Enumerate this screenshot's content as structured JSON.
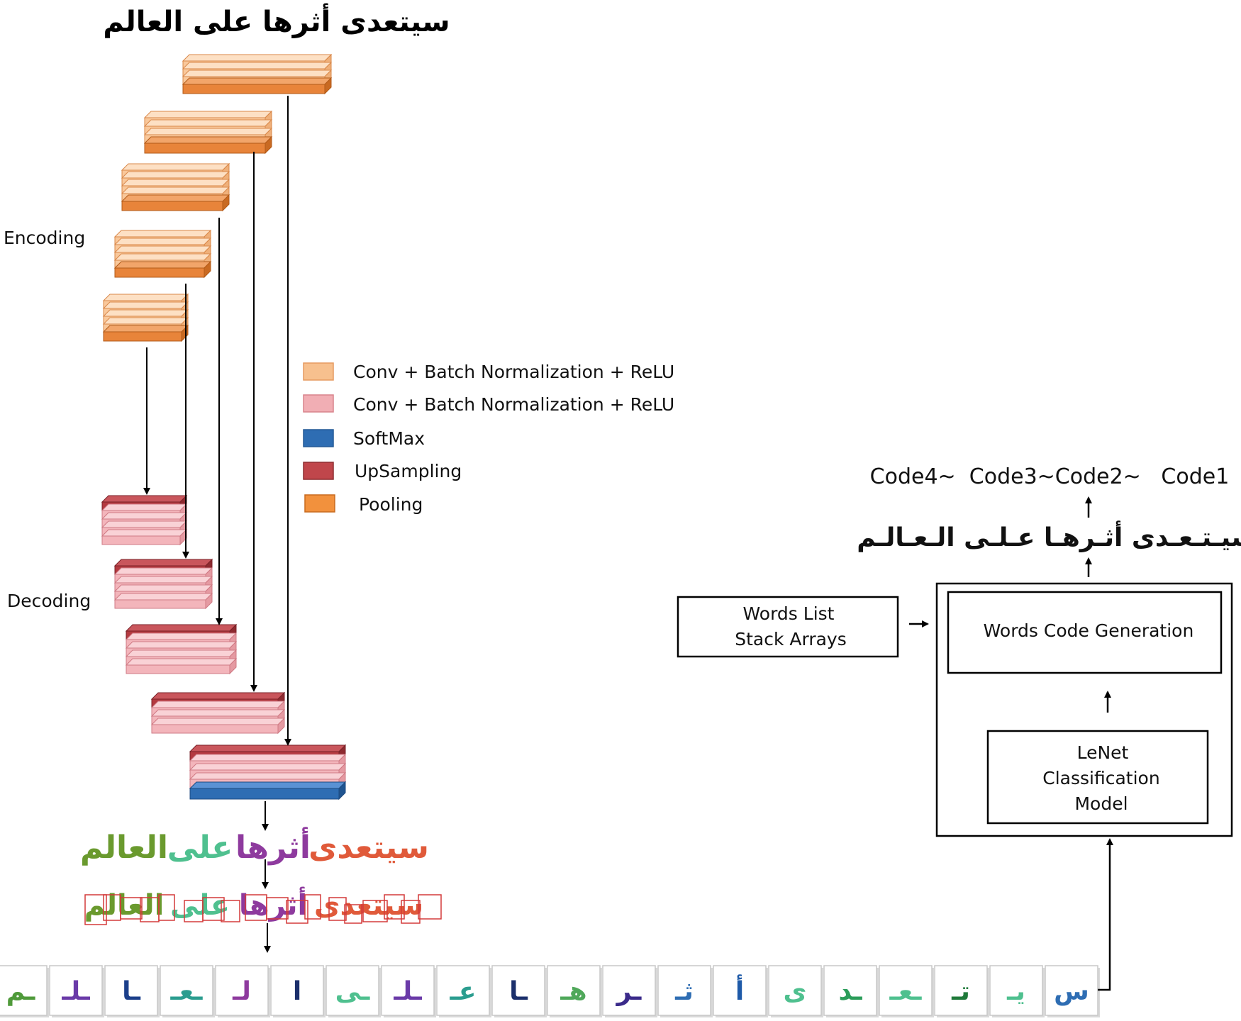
{
  "title": "سيتعدى أثرها على العالم",
  "side_labels": {
    "encoding": "Encoding",
    "decoding": "Decoding"
  },
  "legend": [
    {
      "label": "Conv + Batch Normalization + ReLU",
      "color": "#f7c08e",
      "icon": "light-orange-swatch"
    },
    {
      "label": "Conv + Batch Normalization + ReLU",
      "color": "#f1aeb4",
      "icon": "pink-swatch"
    },
    {
      "label": "SoftMax",
      "color": "#2e6db3",
      "icon": "blue-swatch"
    },
    {
      "label": "UpSampling",
      "color": "#c0464b",
      "icon": "red-swatch"
    },
    {
      "label": "Pooling",
      "color": "#f2913d",
      "icon": "orange-swatch"
    }
  ],
  "pipeline": {
    "codes": "Code4~  Code3~Code2~   Code1",
    "recognized_text": "سيـتـعـدى أثـرهـا عـلـى الـعـالـم",
    "words_list_box": {
      "line1": "Words List",
      "line2": "Stack Arrays"
    },
    "words_code_box": "Words Code Generation",
    "lenet_box": {
      "line1": "LeNet",
      "line2": "Classification",
      "line3": "Model"
    }
  },
  "segmented_words": [
    {
      "text": "سيتعدى",
      "color": "#e05a3a"
    },
    {
      "text": "أثرها",
      "color": "#8e3a9e"
    },
    {
      "text": "على",
      "color": "#4fc08f"
    },
    {
      "text": "العالم",
      "color": "#6a9a2e"
    }
  ],
  "characters": [
    {
      "glyph": "س",
      "color": "#2e6db3"
    },
    {
      "glyph": "يـ",
      "color": "#4fc08f"
    },
    {
      "glyph": "تـ",
      "color": "#1f7a3a"
    },
    {
      "glyph": "ـعـ",
      "color": "#4fc08f"
    },
    {
      "glyph": "ـد",
      "color": "#2b9d5a"
    },
    {
      "glyph": "ى",
      "color": "#4fc08f"
    },
    {
      "glyph": "أ",
      "color": "#1e5aa8"
    },
    {
      "glyph": "ثـ",
      "color": "#2e6db3"
    },
    {
      "glyph": "ـر",
      "color": "#3a2a8a"
    },
    {
      "glyph": "هـ",
      "color": "#4fa85a"
    },
    {
      "glyph": "ـا",
      "color": "#1b2f6b"
    },
    {
      "glyph": "عـ",
      "color": "#2b9d8f"
    },
    {
      "glyph": "ـلـ",
      "color": "#6a3aa8"
    },
    {
      "glyph": "ـى",
      "color": "#4fc08f"
    },
    {
      "glyph": "ا",
      "color": "#1b2f6b"
    },
    {
      "glyph": "لـ",
      "color": "#8e3a9e"
    },
    {
      "glyph": "ـعـ",
      "color": "#2b9d8f"
    },
    {
      "glyph": "ـا",
      "color": "#1b3f8a"
    },
    {
      "glyph": "ـلـ",
      "color": "#6a3aa8"
    },
    {
      "glyph": "ـم",
      "color": "#4f9a3a"
    }
  ]
}
